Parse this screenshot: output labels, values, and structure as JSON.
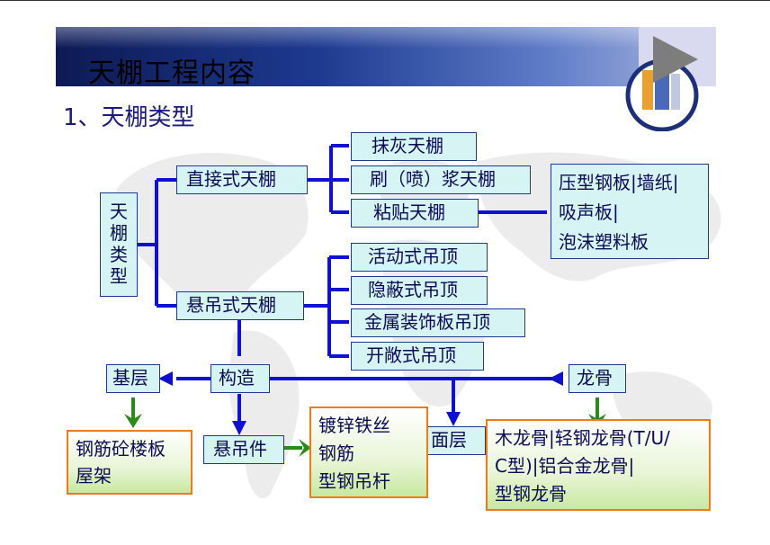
{
  "header": {
    "title": "天棚工程内容",
    "subtitle": "1、天棚类型"
  },
  "diagram": {
    "root": [
      "天",
      "棚",
      "类",
      "型"
    ],
    "direct": "直接式天棚",
    "direct_children": [
      "抹灰天棚",
      "刷（喷）浆天棚",
      "粘贴天棚"
    ],
    "paste_materials": [
      "压型钢板|墙纸|",
      "吸声板|",
      "泡沫塑料板"
    ],
    "suspended": "悬吊式天棚",
    "suspended_children": [
      "活动式吊顶",
      "隐蔽式吊顶",
      "金属装饰板吊顶",
      "开敞式吊顶"
    ],
    "structure": "构造",
    "base": "基层",
    "base_materials": [
      "钢筋砼楼板",
      "屋架"
    ],
    "hanger": "悬吊件",
    "hanger_materials": [
      "镀锌铁丝",
      "钢筋",
      "型钢吊杆"
    ],
    "surface": "面层",
    "keel": "龙骨",
    "keel_materials": [
      "木龙骨|轻钢龙骨(T/U/",
      "C型)|铝合金龙骨|",
      "型钢龙骨"
    ]
  },
  "colors": {
    "box_fill": "#d6f4f4",
    "box_border": "#1e3a8c",
    "connector": "#1010d0",
    "material_border": "#f07b14",
    "green_arrow": "#2a8a1a"
  }
}
